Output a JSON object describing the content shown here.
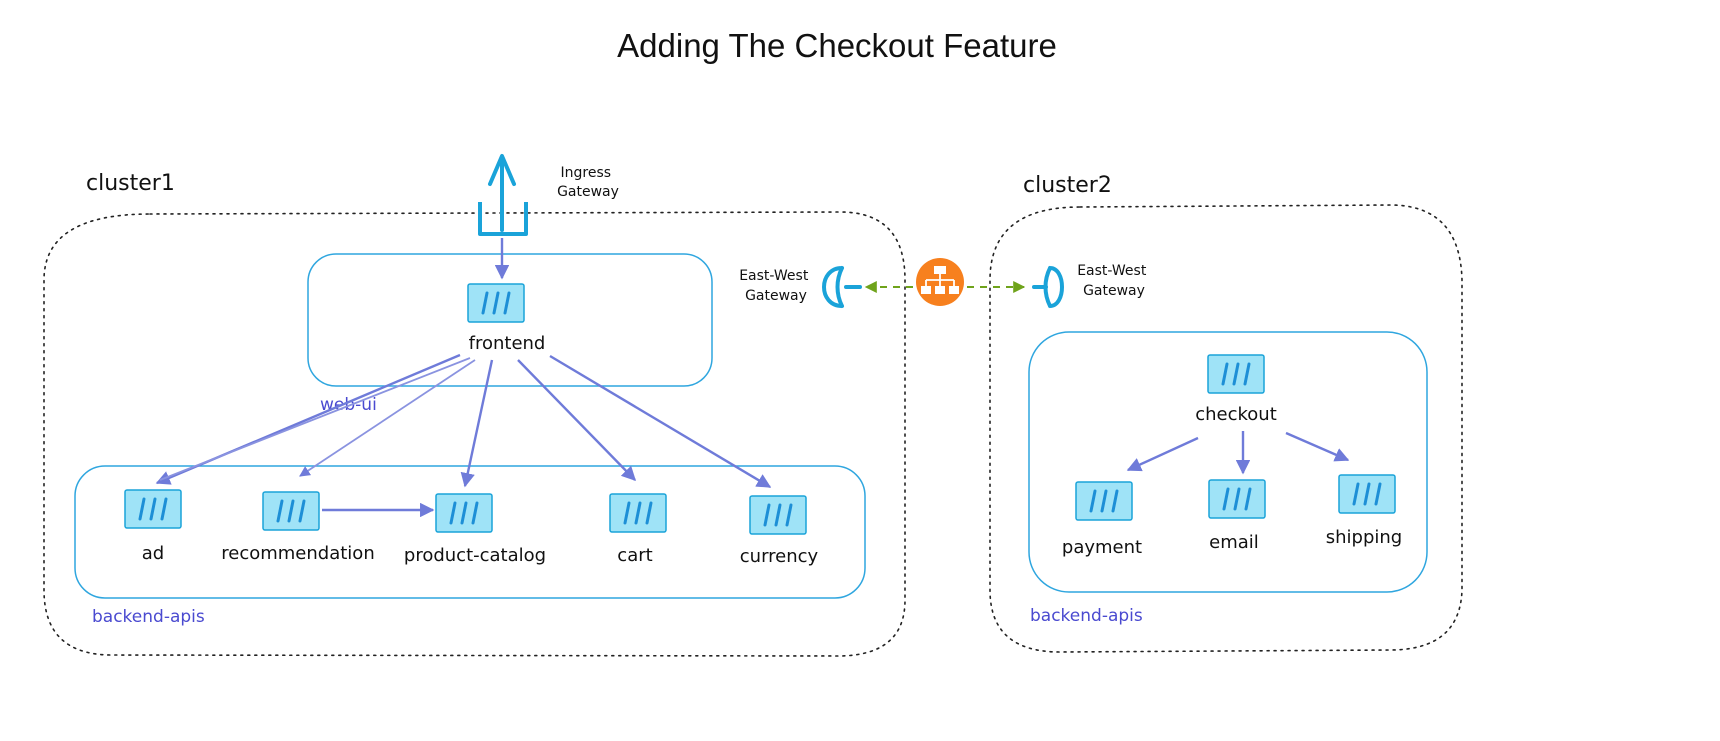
{
  "title": "Adding The Checkout Feature",
  "clusters": {
    "cluster1": {
      "label": "cluster1",
      "ingress_gateway": "Ingress\nGateway",
      "east_west_gateway": "East-West\nGateway",
      "namespaces": {
        "web_ui": {
          "label": "web-ui",
          "services": [
            "frontend"
          ]
        },
        "backend_apis": {
          "label": "backend-apis",
          "services": [
            "ad",
            "recommendation",
            "product-catalog",
            "cart",
            "currency"
          ]
        }
      }
    },
    "cluster2": {
      "label": "cluster2",
      "east_west_gateway": "East-West\nGateway",
      "namespaces": {
        "backend_apis": {
          "label": "backend-apis",
          "services": [
            "checkout",
            "payment",
            "email",
            "shipping"
          ]
        }
      }
    }
  },
  "connections": [
    {
      "from": "frontend",
      "to": "ad"
    },
    {
      "from": "frontend",
      "to": "recommendation"
    },
    {
      "from": "frontend",
      "to": "product-catalog"
    },
    {
      "from": "frontend",
      "to": "cart"
    },
    {
      "from": "frontend",
      "to": "currency"
    },
    {
      "from": "recommendation",
      "to": "product-catalog"
    },
    {
      "from": "checkout",
      "to": "payment"
    },
    {
      "from": "checkout",
      "to": "email"
    },
    {
      "from": "checkout",
      "to": "shipping"
    }
  ],
  "colors": {
    "service_fill": "#9fe3f7",
    "service_stroke": "#1aa3d9",
    "namespace_border": "#2fa6df",
    "edge": "#6f7bd9",
    "namespace_label": "#4a4ad0",
    "load_balancer": "#f7801e",
    "east_west_link": "#6fa31b"
  },
  "icons": {
    "service": "kubernetes-pod-icon",
    "ingress": "ingress-gateway-icon",
    "east_west": "east-west-gateway-icon",
    "load_balancer": "network-load-balancer-icon"
  }
}
